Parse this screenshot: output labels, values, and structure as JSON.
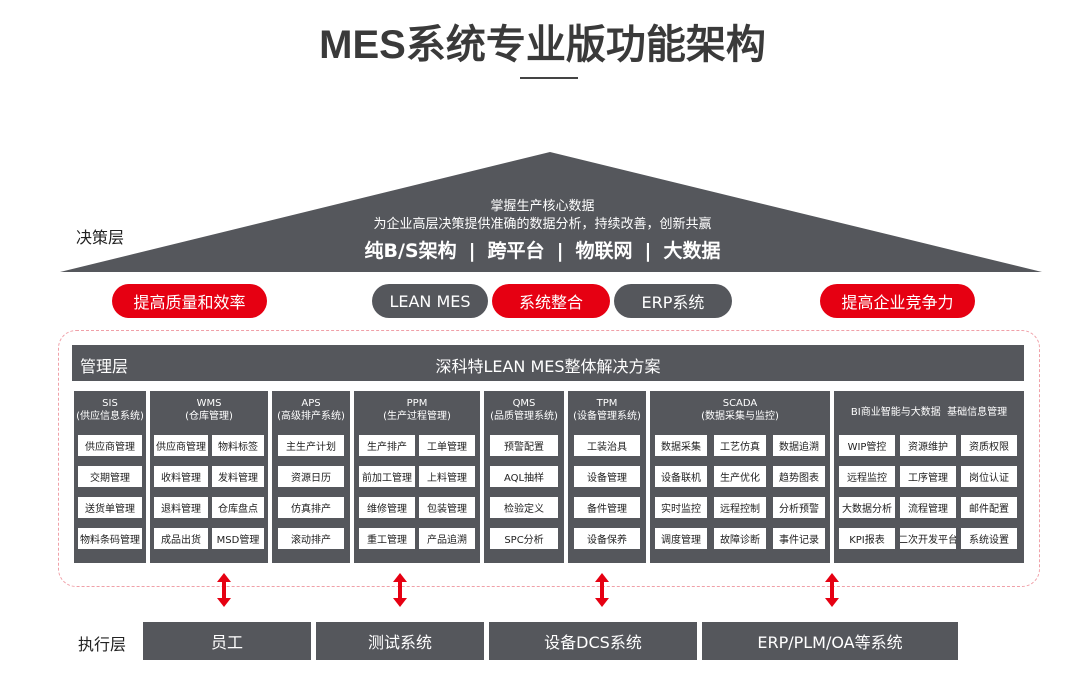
{
  "title": "MES系统专业版功能架构",
  "layers": {
    "decision": "决策层",
    "management": "管理层",
    "execution": "执行层"
  },
  "roof": {
    "line1": "掌握生产核心数据",
    "line2": "为企业高层决策提供准确的数据分析，持续改善，创新共赢",
    "features": [
      "纯B/S架构",
      "跨平台",
      "物联网",
      "大数据"
    ],
    "separator": "|"
  },
  "pills": [
    "提高质量和效率",
    "LEAN MES",
    "系统整合",
    "ERP系统",
    "提高企业竞争力"
  ],
  "management_title": "深科特LEAN MES整体解决方案",
  "modules": [
    {
      "name": "SIS",
      "sub": "(供应信息系统)",
      "items": [
        "供应商管理",
        "交期管理",
        "送货单管理",
        "物料条码管理"
      ]
    },
    {
      "name": "WMS",
      "sub": "(仓库管理)",
      "items": [
        "供应商管理",
        "物料标签",
        "收料管理",
        "发料管理",
        "退料管理",
        "仓库盘点",
        "成品出货",
        "MSD管理"
      ]
    },
    {
      "name": "APS",
      "sub": "(高级排产系统)",
      "items": [
        "主生产计划",
        "资源日历",
        "仿真排产",
        "滚动排产"
      ]
    },
    {
      "name": "PPM",
      "sub": "(生产过程管理)",
      "items": [
        "生产排产",
        "工单管理",
        "前加工管理",
        "上料管理",
        "维修管理",
        "包装管理",
        "重工管理",
        "产品追溯"
      ]
    },
    {
      "name": "QMS",
      "sub": "(品质管理系统)",
      "items": [
        "预警配置",
        "AQL抽样",
        "检验定义",
        "SPC分析"
      ]
    },
    {
      "name": "TPM",
      "sub": "(设备管理系统)",
      "items": [
        "工装治具",
        "设备管理",
        "备件管理",
        "设备保养"
      ]
    },
    {
      "name": "SCADA",
      "sub": "(数据采集与监控)",
      "items": [
        "数据采集",
        "工艺仿真",
        "数据追溯",
        "设备联机",
        "生产优化",
        "趋势图表",
        "实时监控",
        "远程控制",
        "分析预警",
        "调度管理",
        "故障诊断",
        "事件记录"
      ]
    },
    {
      "name": "BI商业智能与大数据",
      "name2": "基础信息管理",
      "items": [
        "WIP管控",
        "资源维护",
        "资质权限",
        "远程监控",
        "工序管理",
        "岗位认证",
        "大数据分析",
        "流程管理",
        "邮件配置",
        "KPI报表",
        "二次开发平台",
        "系统设置"
      ]
    }
  ],
  "execution": [
    "员工",
    "测试系统",
    "设备DCS系统",
    "ERP/PLM/OA等系统"
  ],
  "colors": {
    "accent": "#e60012",
    "panel": "#55575c",
    "roof": "#55575c"
  }
}
